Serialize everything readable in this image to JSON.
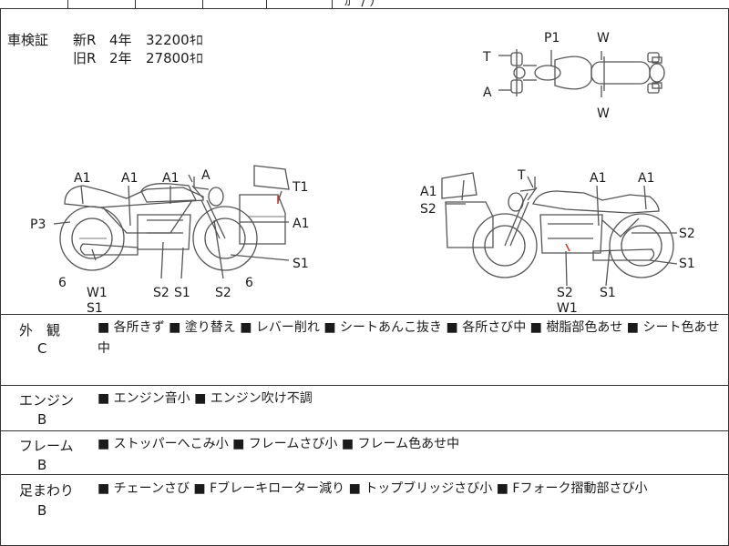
{
  "top_fragment": "ｶﾞ   /   ）",
  "registration": {
    "label": "車検証",
    "rows": [
      {
        "kind": "新R",
        "year": "4年",
        "distance": "32200ｷﾛ"
      },
      {
        "kind": "旧R",
        "year": "2年",
        "distance": "27800ｷﾛ"
      }
    ]
  },
  "top_view_labels": {
    "p1": "P1",
    "w_top": "W",
    "t": "T",
    "a": "A",
    "w_bottom": "W"
  },
  "left_side_labels": {
    "a1_rear": "A1",
    "a1_frame": "A1",
    "a1_tank": "A1",
    "a_lever": "A",
    "t1": "T1",
    "p3": "P3",
    "a1_front": "A1",
    "s1_front": "S1",
    "six_left": "6",
    "w1": "W1",
    "s1_left": "S1",
    "s2_engine": "S2",
    "s1_engine": "S1",
    "s2_front": "S2",
    "six_right": "6"
  },
  "right_side_labels": {
    "t": "T",
    "a1_tank": "A1",
    "a1_rear": "A1",
    "a1_front": "A1",
    "s2_front": "S2",
    "s2_rear": "S2",
    "s1_rear": "S1",
    "s2_engine": "S2",
    "w1": "W1",
    "s1_engine": "S1"
  },
  "sections": [
    {
      "title": "外　観",
      "grade": "C",
      "notes": "■ 各所きず ■ 塗り替え ■ レバー削れ ■ シートあんこ抜き ■ 各所さび中 ■ 樹脂部色あせ ■ シート色あせ中"
    },
    {
      "title": "エンジン",
      "grade": "B",
      "notes": "■ エンジン音小 ■ エンジン吹け不調"
    },
    {
      "title": "フレーム",
      "grade": "B",
      "notes": "■ ストッパーへこみ小 ■ フレームさび小 ■ フレーム色あせ中"
    },
    {
      "title": "足まわり",
      "grade": "B",
      "notes": "■ チェーンさび ■ Fブレーキローター減り ■ トップブリッジさび小 ■ Fフォーク摺動部さび小"
    }
  ]
}
